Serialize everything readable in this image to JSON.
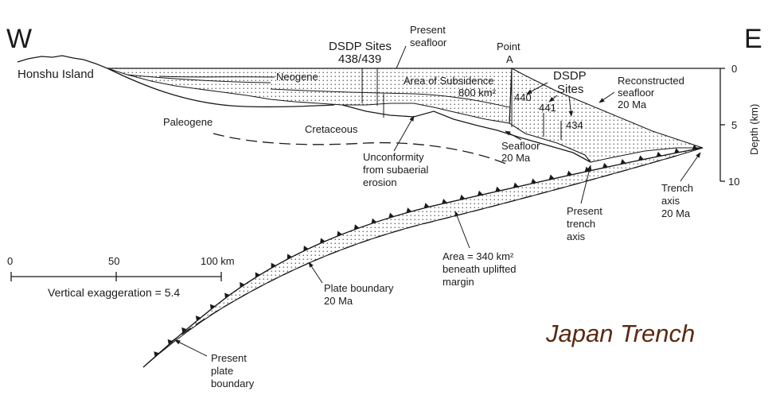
{
  "direction": {
    "west": "W",
    "east": "E"
  },
  "title": "Japan Trench",
  "places": {
    "honshu": "Honshu Island"
  },
  "units": {
    "neogene": "Neogene",
    "paleogene": "Paleogene",
    "cretaceous": "Cretaceous"
  },
  "dsdp_west": {
    "line1": "DSDP Sites",
    "line2": "438/439"
  },
  "present_seafloor": {
    "line1": "Present",
    "line2": "seafloor"
  },
  "point_a": {
    "line1": "Point",
    "line2": "A"
  },
  "subsidence": {
    "line1": "Area of Subsidence",
    "line2": "800 km²"
  },
  "dsdp_east": {
    "line1": "DSDP",
    "line2": "Sites"
  },
  "sites": [
    "440",
    "441",
    "434"
  ],
  "reconstructed_seafloor": {
    "line1": "Reconstructed",
    "line2": "seafloor",
    "line3": "20 Ma"
  },
  "unconformity": {
    "line1": "Unconformity",
    "line2": "from subaerial",
    "line3": "erosion"
  },
  "seafloor_20ma": {
    "line1": "Seafloor",
    "line2": "20 Ma"
  },
  "trench_axis_20ma": {
    "line1": "Trench",
    "line2": "axis",
    "line3": "20 Ma"
  },
  "present_trench_axis": {
    "line1": "Present",
    "line2": "trench",
    "line3": "axis"
  },
  "uplift_area": {
    "line1": "Area = 340 km²",
    "line2": "beneath uplifted",
    "line3": "margin"
  },
  "plate_boundary_20ma": {
    "line1": "Plate boundary",
    "line2": "20 Ma"
  },
  "present_plate_boundary": {
    "line1": "Present",
    "line2": "plate",
    "line3": "boundary"
  },
  "depth_axis": {
    "label": "Depth (km)",
    "ticks": [
      "0",
      "5",
      "10"
    ]
  },
  "scale_bar": {
    "ticks": [
      "0",
      "50",
      "100 km"
    ],
    "caption": "Vertical exaggeration = 5.4"
  }
}
